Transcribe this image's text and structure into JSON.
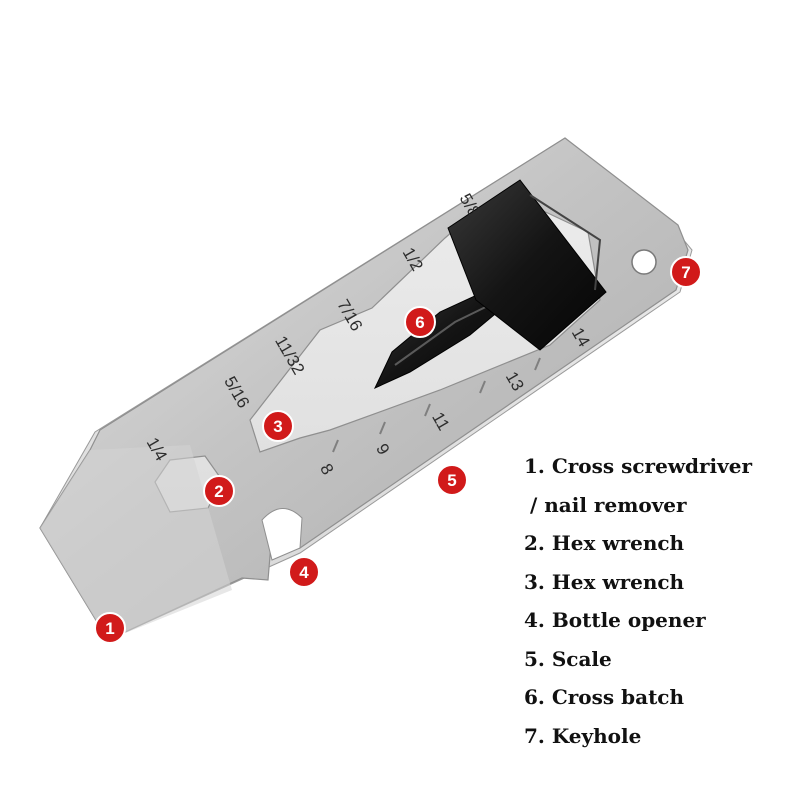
{
  "engravings": [
    "1/4",
    "5/16",
    "11/32",
    "7/16",
    "1/2",
    "5/8",
    "8",
    "9",
    "11",
    "13",
    "14"
  ],
  "markers": [
    "1",
    "2",
    "3",
    "4",
    "5",
    "6",
    "7"
  ],
  "legend": [
    "1. Cross screwdriver",
    "/ nail remover",
    "2. Hex wrench",
    "3. Hex wrench",
    "4. Bottle opener",
    "5. Scale",
    "6. Cross batch",
    "7. Keyhole"
  ],
  "colors": {
    "marker": "#d11a1a",
    "steel": "#c7c7c7",
    "bit": "#151515"
  }
}
